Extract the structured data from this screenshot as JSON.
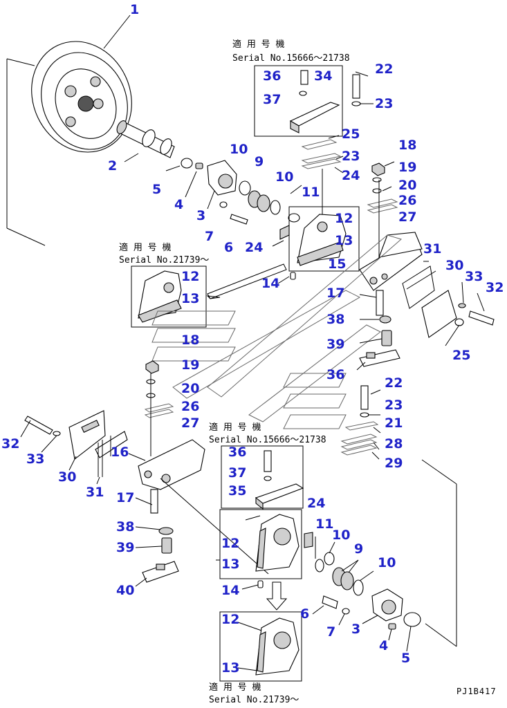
{
  "diagram": {
    "drawing_code": "PJ1B417",
    "serial_notes": [
      {
        "jp": "適 用 号 機",
        "serial": "Serial No.15666～21738"
      },
      {
        "jp": "適 用 号 機",
        "serial": "Serial No.21739～"
      },
      {
        "jp": "適 用 号 機",
        "serial": "Serial No.15666～21738"
      },
      {
        "jp": "適 用 号 機",
        "serial": "Serial No.21739～"
      }
    ],
    "callouts": [
      {
        "n": "1"
      },
      {
        "n": "2"
      },
      {
        "n": "5"
      },
      {
        "n": "4"
      },
      {
        "n": "3"
      },
      {
        "n": "10"
      },
      {
        "n": "9"
      },
      {
        "n": "10"
      },
      {
        "n": "11"
      },
      {
        "n": "7"
      },
      {
        "n": "6"
      },
      {
        "n": "24"
      },
      {
        "n": "36"
      },
      {
        "n": "34"
      },
      {
        "n": "37"
      },
      {
        "n": "22"
      },
      {
        "n": "23"
      },
      {
        "n": "25"
      },
      {
        "n": "23"
      },
      {
        "n": "24"
      },
      {
        "n": "18"
      },
      {
        "n": "19"
      },
      {
        "n": "20"
      },
      {
        "n": "26"
      },
      {
        "n": "27"
      },
      {
        "n": "12"
      },
      {
        "n": "13"
      },
      {
        "n": "12"
      },
      {
        "n": "13"
      },
      {
        "n": "14"
      },
      {
        "n": "15"
      },
      {
        "n": "31"
      },
      {
        "n": "30"
      },
      {
        "n": "33"
      },
      {
        "n": "32"
      },
      {
        "n": "17"
      },
      {
        "n": "38"
      },
      {
        "n": "39"
      },
      {
        "n": "25"
      },
      {
        "n": "36"
      },
      {
        "n": "18"
      },
      {
        "n": "19"
      },
      {
        "n": "20"
      },
      {
        "n": "26"
      },
      {
        "n": "27"
      },
      {
        "n": "22"
      },
      {
        "n": "23"
      },
      {
        "n": "21"
      },
      {
        "n": "28"
      },
      {
        "n": "29"
      },
      {
        "n": "32"
      },
      {
        "n": "33"
      },
      {
        "n": "30"
      },
      {
        "n": "31"
      },
      {
        "n": "16"
      },
      {
        "n": "36"
      },
      {
        "n": "37"
      },
      {
        "n": "35"
      },
      {
        "n": "24"
      },
      {
        "n": "17"
      },
      {
        "n": "38"
      },
      {
        "n": "39"
      },
      {
        "n": "40"
      },
      {
        "n": "12"
      },
      {
        "n": "13"
      },
      {
        "n": "14"
      },
      {
        "n": "11"
      },
      {
        "n": "10"
      },
      {
        "n": "9"
      },
      {
        "n": "10"
      },
      {
        "n": "6"
      },
      {
        "n": "7"
      },
      {
        "n": "3"
      },
      {
        "n": "4"
      },
      {
        "n": "5"
      },
      {
        "n": "12"
      },
      {
        "n": "13"
      }
    ],
    "colors": {
      "callout": "#1f22c8",
      "line": "#000000",
      "paper": "#ffffff"
    }
  }
}
